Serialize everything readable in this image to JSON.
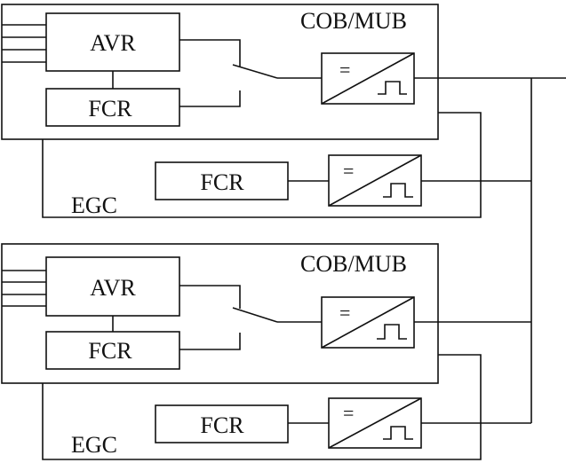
{
  "diagram": {
    "channels": [
      {
        "cob_label": "COB/MUB",
        "avr_label": "AVR",
        "fcr_label": "FCR",
        "converter_symbol": "="
      },
      {
        "cob_label": "COB/MUB",
        "avr_label": "AVR",
        "fcr_label": "FCR",
        "converter_symbol": "="
      }
    ],
    "egc_units": [
      {
        "egc_label": "EGC",
        "fcr_label": "FCR",
        "converter_symbol": "="
      },
      {
        "egc_label": "EGC",
        "fcr_label": "FCR",
        "converter_symbol": "="
      }
    ],
    "icons": [
      "switch-icon",
      "converter-icon",
      "pulse-icon"
    ]
  }
}
